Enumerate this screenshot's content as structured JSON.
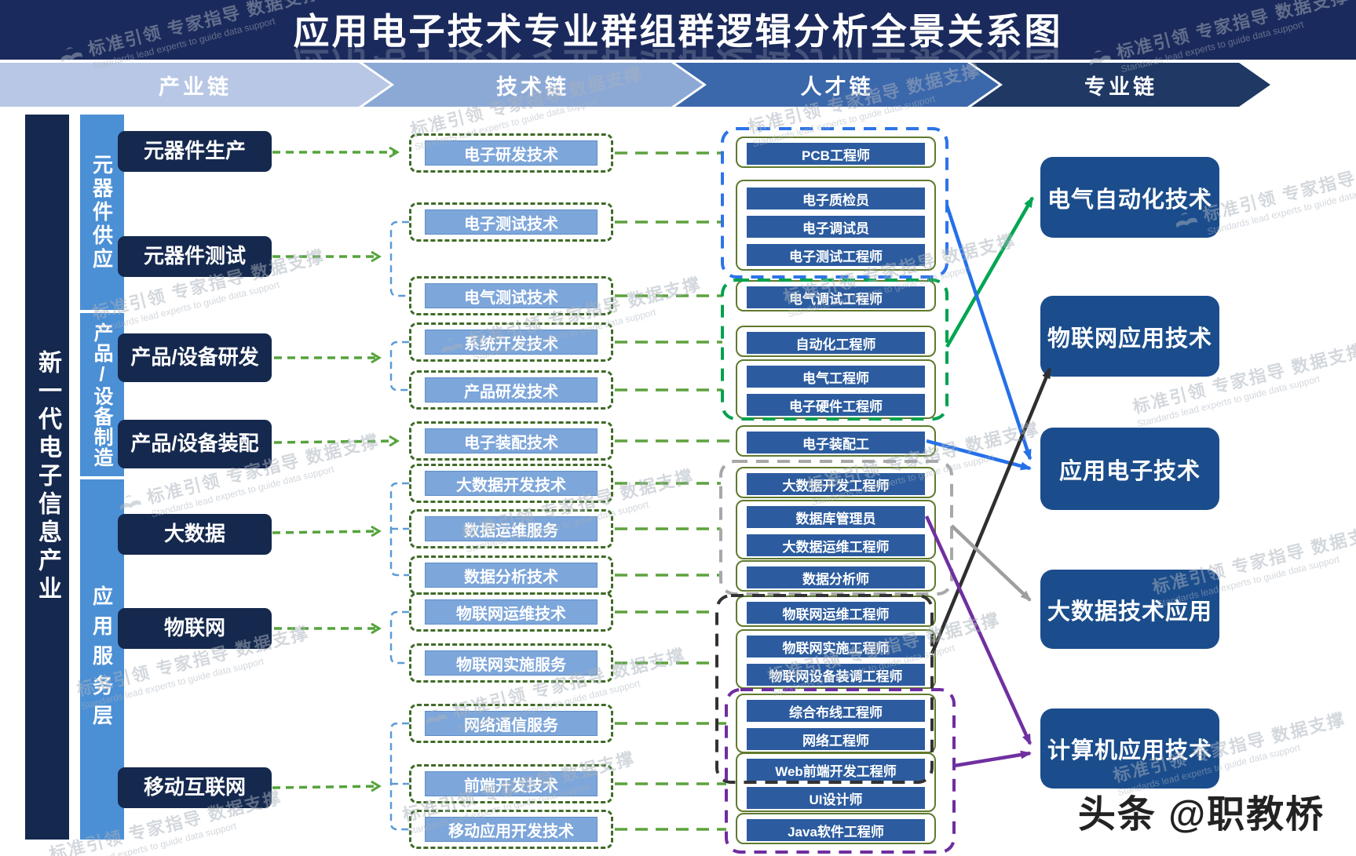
{
  "title": "应用电子技术专业群组群逻辑分析全景关系图",
  "chains": [
    "产业链",
    "技术链",
    "人才链",
    "专业链"
  ],
  "industry_bar": "新一代电子信息产业",
  "layer_segments": [
    "元器件供应",
    "产品/设备制造",
    "应用服务层"
  ],
  "industry_nodes": [
    "元器件生产",
    "元器件测试",
    "产品/设备研发",
    "产品/设备装配",
    "大数据",
    "物联网",
    "移动互联网"
  ],
  "tech_nodes": [
    "电子研发技术",
    "电子测试技术",
    "电气测试技术",
    "系统开发技术",
    "产品研发技术",
    "电子装配技术",
    "大数据开发技术",
    "数据运维服务",
    "数据分析技术",
    "物联网运维技术",
    "物联网实施服务",
    "网络通信服务",
    "前端开发技术",
    "移动应用开发技术"
  ],
  "talent_nodes": [
    "PCB工程师",
    "电子质检员",
    "电子调试员",
    "电子测试工程师",
    "电气调试工程师",
    "自动化工程师",
    "电气工程师",
    "电子硬件工程师",
    "电子装配工",
    "大数据开发工程师",
    "数据库管理员",
    "大数据运维工程师",
    "数据分析师",
    "物联网运维工程师",
    "物联网实施工程师",
    "物联网设备装调工程师",
    "综合布线工程师",
    "网络工程师",
    "Web前端开发工程师",
    "UI设计师",
    "Java软件工程师"
  ],
  "major_nodes": [
    "电气自动化技术",
    "物联网应用技术",
    "应用电子技术",
    "大数据技术应用",
    "计算机应用技术"
  ],
  "watermark": {
    "cn": "标准引领 专家指导 数据支撑",
    "en": "Standards lead experts to guide data support"
  },
  "credit": "头条 @职教桥",
  "colors": {
    "title_bar": "#1b2a5c",
    "chevrons": [
      "#b7c7e5",
      "#8ca9d6",
      "#3b67ab",
      "#1f3864"
    ],
    "industry_dark": "#15284e",
    "layer_blue": "#4b8fd5",
    "tech_fill": "#7da6da",
    "tech_dash_border": "#3f6b26",
    "talent_fill": "#2c5c9f",
    "talent_group_border": "#5f7a2d",
    "major_fill": "#1b4d8c",
    "link_dash_green": "#55a33c",
    "bracket_blue": "#5b9bd5",
    "container_blue": "#2d74e8",
    "container_green": "#00a14e",
    "container_gray": "#a8a8a8",
    "container_black": "#333333",
    "container_purple": "#6f2da0",
    "arrow_green": "#00a651",
    "arrow_blue": "#2570e8",
    "arrow_gray": "#9e9e9e",
    "arrow_black": "#2f2f2f",
    "arrow_purple": "#7030a0"
  }
}
